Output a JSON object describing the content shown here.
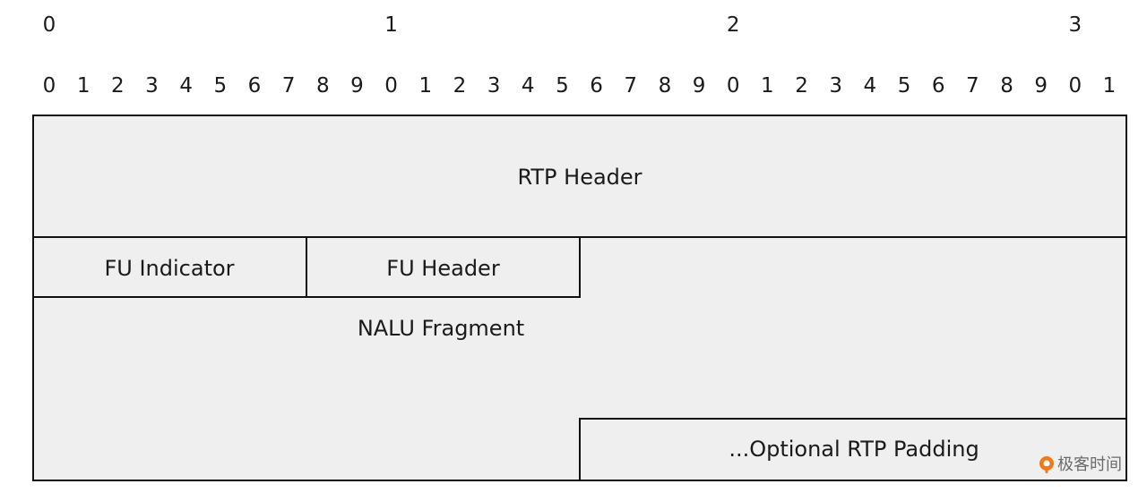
{
  "ruler": {
    "major": [
      "0",
      "1",
      "2",
      "3"
    ],
    "minor": [
      "0",
      "1",
      "2",
      "3",
      "4",
      "5",
      "6",
      "7",
      "8",
      "9",
      "0",
      "1",
      "2",
      "3",
      "4",
      "5",
      "6",
      "7",
      "8",
      "9",
      "0",
      "1",
      "2",
      "3",
      "4",
      "5",
      "6",
      "7",
      "8",
      "9",
      "0",
      "1"
    ]
  },
  "fields": {
    "rtp_header": "RTP Header",
    "fu_indicator": "FU Indicator",
    "fu_header": "FU Header",
    "nalu_fragment": "NALU Fragment",
    "optional_padding": "...Optional RTP Padding"
  },
  "watermark": {
    "text": "极客时间",
    "icon": "geektime-logo-icon",
    "color": "#f07a1a"
  },
  "colors": {
    "fill": "#efefef",
    "stroke": "#111111"
  }
}
